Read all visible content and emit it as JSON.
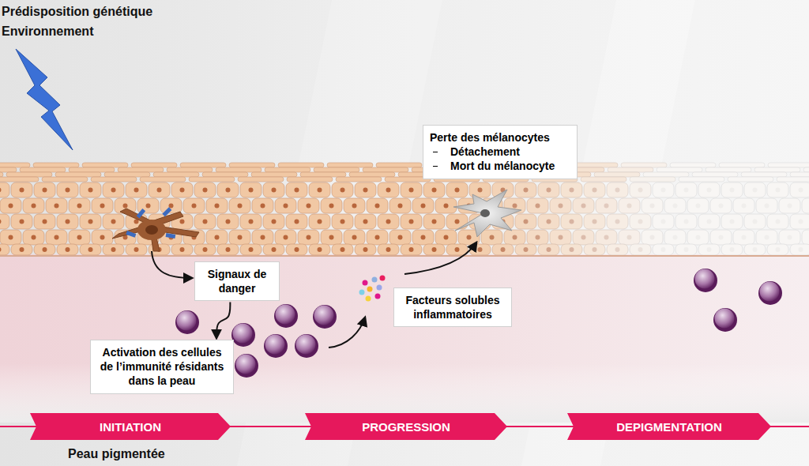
{
  "diagram": {
    "nodes": [
      {
        "text": [
          "Perte des mélanocytes",
          "Détachement",
          "Mort du mélanocyte"
        ]
      },
      {
        "text": [
          "Signaux de danger"
        ]
      },
      {
        "text": [
          "Facteurs solubles inflammatoires"
        ]
      },
      {
        "text": [
          "Activation des cellules de l’immunité résidants dans la peau"
        ]
      },
      {
        "text": [
          "INITIATION"
        ]
      },
      {
        "text": [
          "PROGRESSION"
        ]
      },
      {
        "text": [
          "DEPIGMENTATION"
        ]
      }
    ],
    "edges": [
      {
        "from": 1,
        "to": 3,
        "arrow": "to"
      }
    ],
    "labels": [
      "Prédisposition génétique",
      "Environnement",
      "Peau pigmentée"
    ]
  }
}
